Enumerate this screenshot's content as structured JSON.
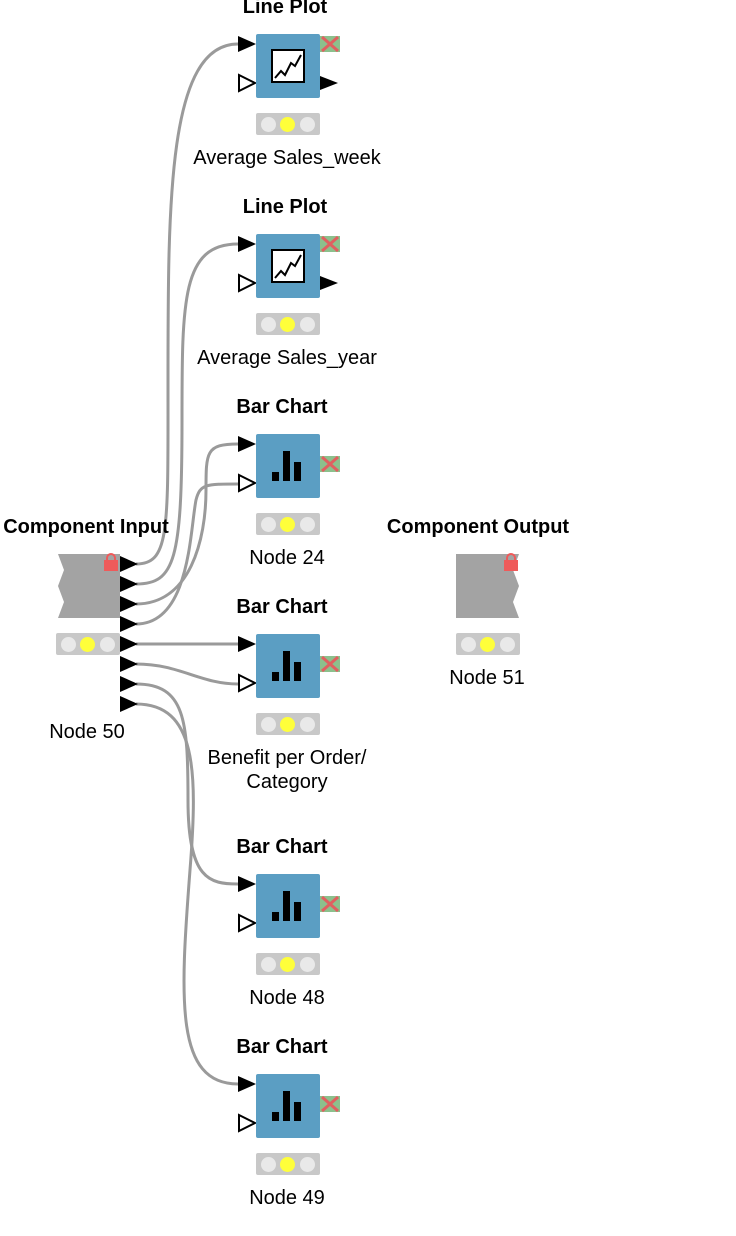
{
  "workflow": {
    "component_input": {
      "title": "Component Input",
      "label": "Node 50"
    },
    "component_output": {
      "title": "Component Output",
      "label": "Node 51"
    },
    "nodes": [
      {
        "title": "Line Plot",
        "label": "Average Sales_week",
        "icon": "line-plot-icon"
      },
      {
        "title": "Line Plot",
        "label": "Average Sales_year",
        "icon": "line-plot-icon"
      },
      {
        "title": "Bar Chart",
        "label": "Node 24",
        "icon": "bar-chart-icon"
      },
      {
        "title": "Bar Chart",
        "label_line1": "Benefit per Order/",
        "label_line2": "Category",
        "icon": "bar-chart-icon"
      },
      {
        "title": "Bar Chart",
        "label": "Node 48",
        "icon": "bar-chart-icon"
      },
      {
        "title": "Bar Chart",
        "label": "Node 49",
        "icon": "bar-chart-icon"
      }
    ],
    "status": "configured",
    "colors": {
      "node_blue": "#5b9ec3",
      "wire": "#9a9a9a",
      "component_grey": "#a3a3a3",
      "error_red": "#e06060",
      "lock_red": "#ef5a5a",
      "status_yellow": "#ffff3a"
    }
  }
}
